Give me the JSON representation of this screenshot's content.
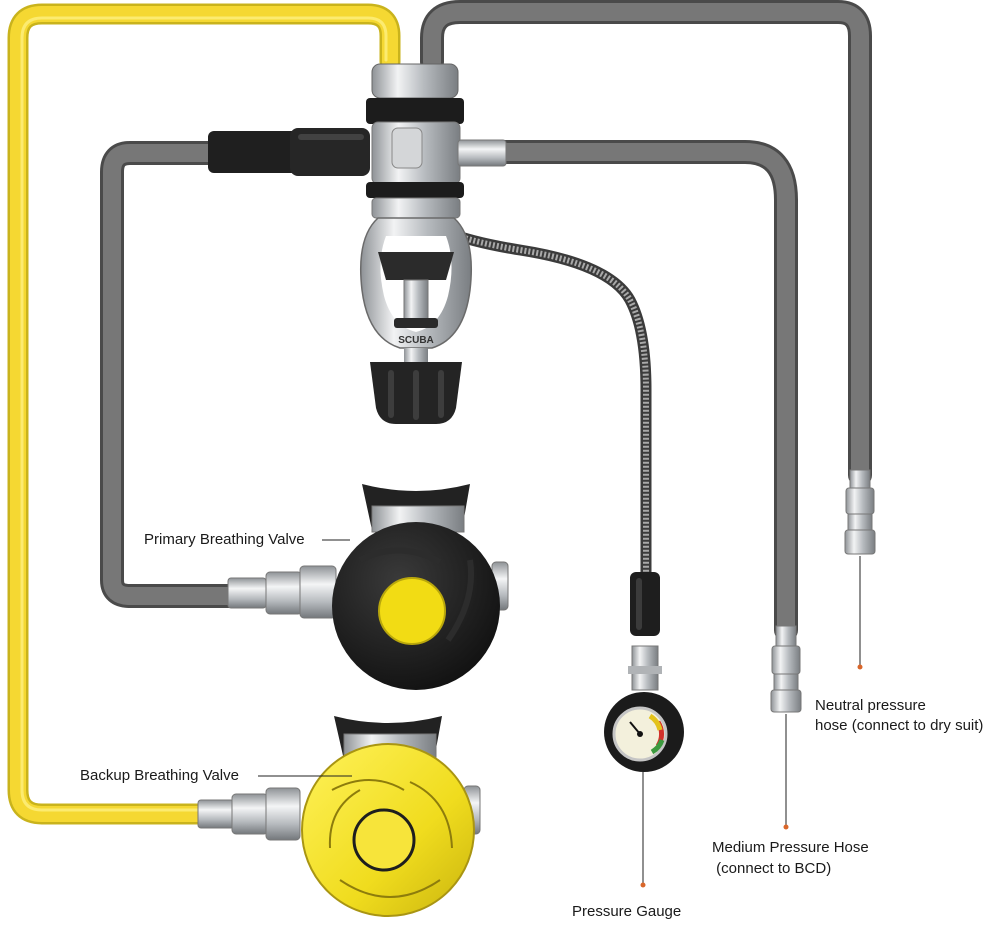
{
  "labels": {
    "primary_valve": "Primary Breathing Valve",
    "backup_valve": "Backup Breathing Valve",
    "neutral_hose_line1": "Neutral pressure",
    "neutral_hose_line2": "hose (connect to dry suit)",
    "medium_hose_line1": "Medium Pressure Hose",
    "medium_hose_line2": " (connect to BCD)",
    "pressure_gauge": "Pressure Gauge"
  },
  "first_stage_engraving": "SCUBA",
  "colors": {
    "yellow_hose": "#f5d832",
    "gray_hose": "#6e6e6e",
    "chrome": "#c9ccd0",
    "black": "#1d1d1d",
    "yellow_button": "#f2dc14",
    "leader_dot": "#d9662a"
  }
}
